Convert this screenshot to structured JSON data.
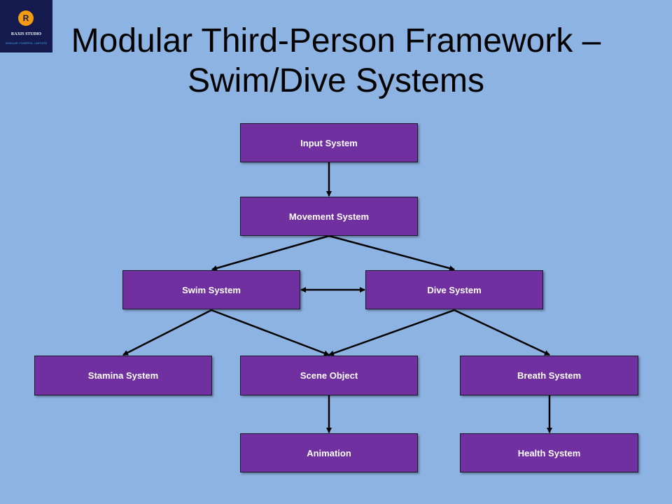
{
  "logo": {
    "name": "RAXIS STUDIO",
    "tagline": "MODULAR. POWERFUL. LIMITLESS"
  },
  "title": {
    "line1": "Modular Third-Person Framework –",
    "line2": "Swim/Dive Systems"
  },
  "colors": {
    "background": "#8DB3E2",
    "box_fill": "#7030A0",
    "box_text": "#FFFFFF",
    "arrow": "#000000"
  },
  "nodes": {
    "input": "Input System",
    "movement": "Movement System",
    "swim": "Swim System",
    "dive": "Dive System",
    "stamina": "Stamina System",
    "scene": "Scene Object",
    "breath": "Breath System",
    "animation": "Animation",
    "health": "Health System"
  },
  "edges": [
    {
      "from": "input",
      "to": "movement"
    },
    {
      "from": "movement",
      "to": "swim"
    },
    {
      "from": "movement",
      "to": "dive"
    },
    {
      "from": "swim",
      "to": "dive",
      "bidirectional": true
    },
    {
      "from": "swim",
      "to": "stamina"
    },
    {
      "from": "swim",
      "to": "scene"
    },
    {
      "from": "dive",
      "to": "scene"
    },
    {
      "from": "dive",
      "to": "breath"
    },
    {
      "from": "scene",
      "to": "animation"
    },
    {
      "from": "breath",
      "to": "health"
    }
  ]
}
